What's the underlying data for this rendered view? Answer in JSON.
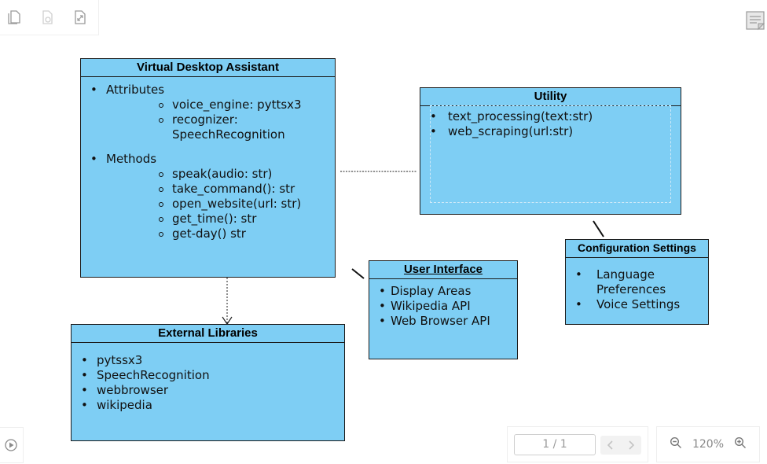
{
  "toolbar": {
    "icons": [
      "document-icon",
      "document-settings-icon",
      "document-expand-icon"
    ]
  },
  "corner": {
    "icon": "sticky-note-icon"
  },
  "colors": {
    "box_fill": "#7ecef4",
    "border": "#1b1b1b"
  },
  "vda": {
    "title": "Virtual Desktop Assistant",
    "attributes_label": "Attributes",
    "attributes": [
      "voice_engine: pyttsx3",
      "recognizer: SpeechRecognition"
    ],
    "methods_label": "Methods",
    "methods": [
      "speak(audio: str)",
      "take_command(): str",
      "open_website(url: str)",
      "get_time(): str",
      "get-day() str"
    ]
  },
  "utility": {
    "title": "Utility",
    "items": [
      "text_processing(text:str)",
      "web_scraping(url:str)"
    ]
  },
  "config": {
    "title": "Configuration Settings",
    "items": [
      "Language Preferences",
      "Voice Settings"
    ]
  },
  "ui": {
    "title": "User Interface",
    "items": [
      "Display Areas",
      "Wikipedia API",
      "Web Browser API"
    ]
  },
  "libs": {
    "title": "External Libraries",
    "items": [
      "pytssx3",
      "SpeechRecognition",
      "webbrowser",
      "wikipedia"
    ]
  },
  "pager": {
    "page": "1 / 1"
  },
  "zoom": {
    "level": "120%"
  }
}
